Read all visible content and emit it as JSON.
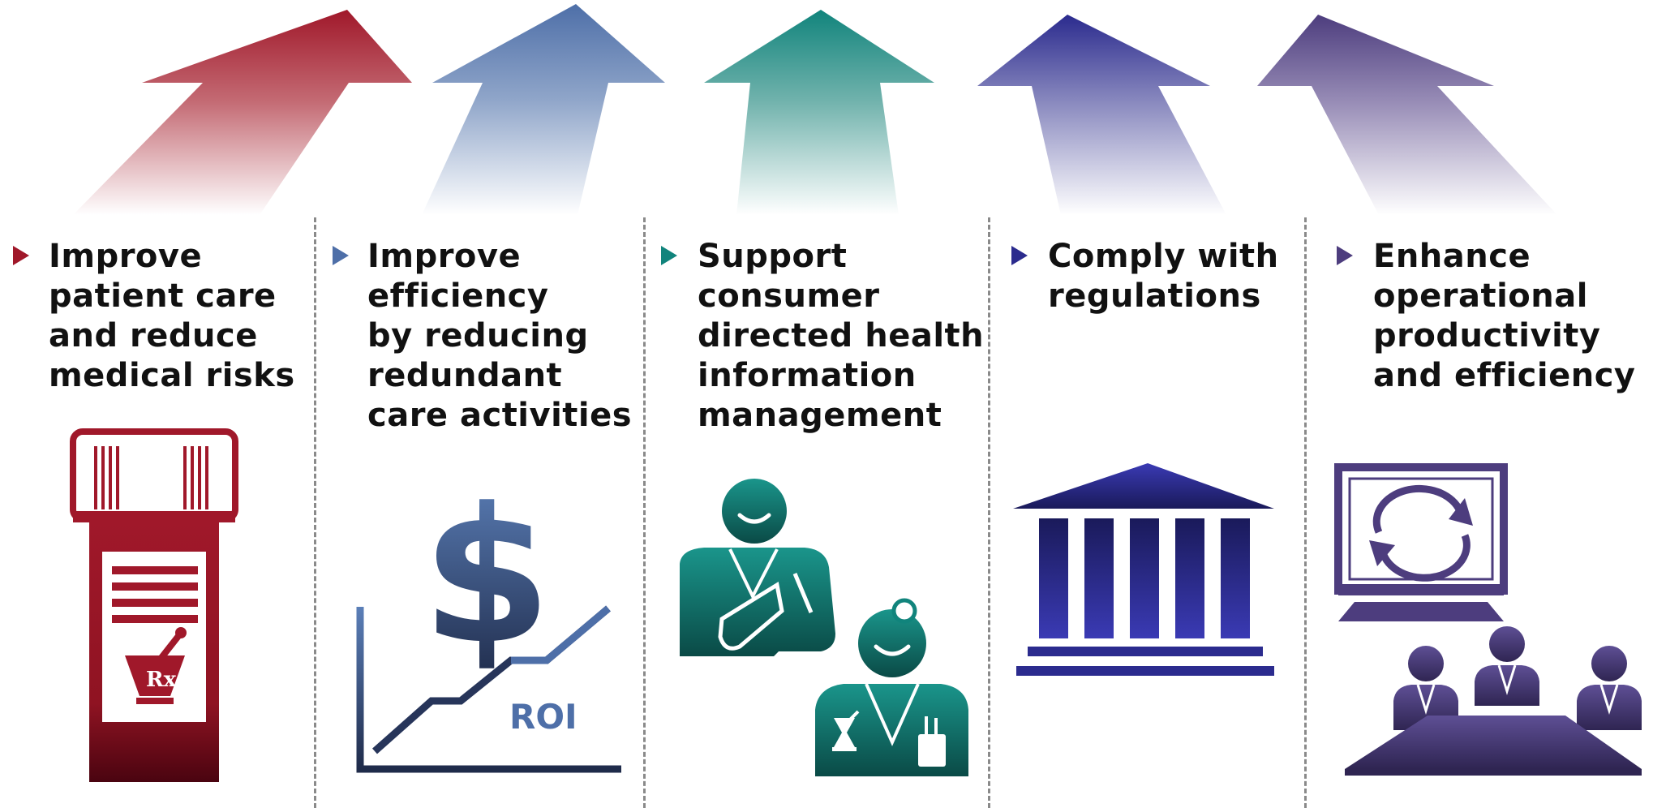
{
  "goals": [
    {
      "id": "patient-care",
      "lines": [
        "Improve",
        "patient care",
        "and reduce",
        "medical risks"
      ],
      "color": "#a0182a",
      "icon": "prescription-bottle-icon",
      "rx_text": "Rx"
    },
    {
      "id": "efficiency",
      "lines": [
        "Improve",
        "efficiency",
        "by reducing",
        "redundant",
        "care activities"
      ],
      "color": "#4e6fa8",
      "icon": "roi-chart-icon",
      "dollar_text": "$",
      "roi_text": "ROI"
    },
    {
      "id": "consumer-health",
      "lines": [
        "Support",
        "consumer",
        "directed health",
        "information",
        "management"
      ],
      "color": "#11847c",
      "icon": "patient-and-pharmacist-icon"
    },
    {
      "id": "regulations",
      "lines": [
        "Comply with",
        "regulations"
      ],
      "color": "#2b2b8e",
      "icon": "government-building-icon"
    },
    {
      "id": "operations",
      "lines": [
        "Enhance",
        "operational",
        "productivity",
        "and efficiency"
      ],
      "color": "#4d3d7e",
      "icon": "team-meeting-icon"
    }
  ]
}
